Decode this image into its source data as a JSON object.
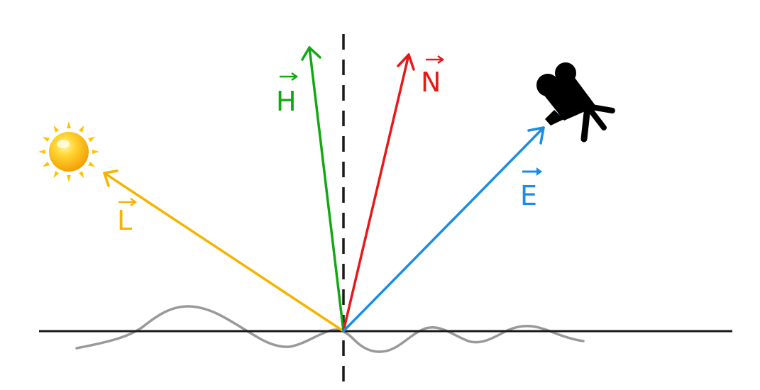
{
  "vectors": {
    "light": {
      "label": "L",
      "color": "#f5b400"
    },
    "halfway": {
      "label": "H",
      "color": "#12a812"
    },
    "normal": {
      "label": "N",
      "color": "#e81818"
    },
    "eye": {
      "label": "E",
      "color": "#1a8ce6"
    }
  },
  "colors": {
    "surface": "#1a1a1a",
    "microsurface": "#999999",
    "axis": "#1a1a1a",
    "camera": "#000000",
    "sun": "#ffc400"
  },
  "icons": {
    "light_source": "sun-icon",
    "viewer": "camera-icon"
  }
}
